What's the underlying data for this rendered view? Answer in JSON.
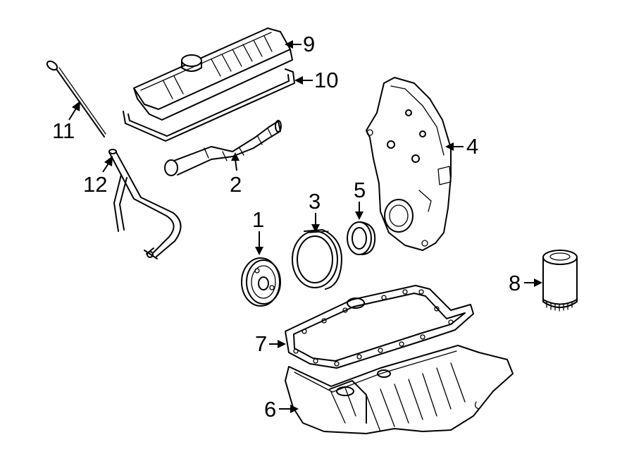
{
  "callouts": {
    "c1": "1",
    "c2": "2",
    "c3": "3",
    "c4": "4",
    "c5": "5",
    "c6": "6",
    "c7": "7",
    "c8": "8",
    "c9": "9",
    "c10": "10",
    "c11": "11",
    "c12": "12"
  },
  "parts": {
    "p1": "crankshaft-balancer",
    "p2": "oil-pump-pickup",
    "p3": "crankshaft-seal",
    "p4": "timing-cover",
    "p5": "front-seal",
    "p6": "oil-pan",
    "p7": "oil-pan-gasket",
    "p8": "oil-filter",
    "p9": "valve-cover",
    "p10": "valve-cover-gasket",
    "p11": "dipstick",
    "p12": "dipstick-tube"
  }
}
